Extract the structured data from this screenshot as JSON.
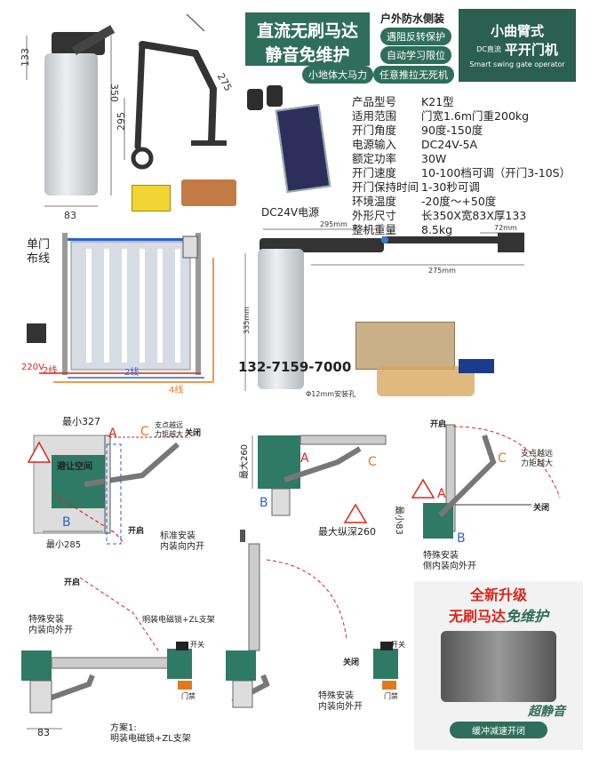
{
  "header": {
    "title_line1": "直流无刷马达",
    "title_line2": "静音免维护",
    "feature_outdoor": "户外防水侧装",
    "feature_reverse": "遇阻反转保护",
    "feature_learn": "自动学习限位",
    "feature_power": "小地体大马力",
    "feature_release": "任意推拉无死机",
    "brand_line1": "小曲臂式",
    "brand_line2": "平开门机",
    "brand_dc": "DC直流",
    "brand_en": "Smart swing gate operator"
  },
  "top_dims": {
    "motor_top": "133",
    "motor_height": "350",
    "motor_width": "83",
    "arm_long": "295",
    "arm_short": "275"
  },
  "specs": [
    {
      "key": "产品型号",
      "value": "K21型"
    },
    {
      "key": "适用范围",
      "value": "门宽1.6m门重200kg"
    },
    {
      "key": "开门角度",
      "value": "90度-150度"
    },
    {
      "key": "电源输入",
      "value": "DC24V-5A"
    },
    {
      "key": "额定功率",
      "value": "30W"
    },
    {
      "key": "开门速度",
      "value": "10-100档可调（开门3-10S）"
    },
    {
      "key": "开门保持时间",
      "value": "1-30秒可调"
    },
    {
      "key": "环境温度",
      "value": "-20度～+50度"
    },
    {
      "key": "外形尺寸",
      "value": "长350X宽83X厚133"
    },
    {
      "key": "整机重量",
      "value": "8.5kg"
    }
  ],
  "power_label": "DC24V电源",
  "wiring": {
    "title_line1": "单门",
    "title_line2": "布线",
    "voltage": "220V",
    "w1": "2线",
    "w2": "2线",
    "w3": "4线"
  },
  "detail_dims": {
    "d1": "295mm",
    "d2": "72mm",
    "d3": "275mm",
    "d4": "335mm",
    "hole": "Φ12mm安装孔"
  },
  "phone": "132-7159-7000",
  "install1": {
    "min327": "最小327",
    "A": "A",
    "B": "B",
    "C": "C",
    "c_note": "支点越远\n力矩越大",
    "close": "关闭",
    "avoid": "避让空间",
    "min285": "最小285",
    "open": "开启",
    "std_line1": "标准安装",
    "std_line2": "内装向内开"
  },
  "install2": {
    "max260": "最大260",
    "A": "A",
    "B": "B",
    "C": "C",
    "depth": "最大纵深260"
  },
  "install3": {
    "open": "开启",
    "A": "A",
    "B": "B",
    "C": "C",
    "c_note": "支点越远\n力矩越大",
    "close": "关闭",
    "min83": "最小83",
    "note_line1": "特殊安装",
    "note_line2": "侧内装向外开"
  },
  "install4": {
    "open": "开启",
    "lock": "明装电磁锁+ZL支架",
    "note_line1": "特殊安装",
    "note_line2": "内装向外开",
    "switch": "开关",
    "door_lock": "门禁",
    "dim83": "83",
    "plan_line1": "方案1:",
    "plan_line2": "明装电磁锁+ZL支架"
  },
  "install5": {
    "close": "关闭",
    "switch": "开关",
    "door_lock": "门禁",
    "note_line1": "特殊安装",
    "note_line2": "内装向外开"
  },
  "upgrade": {
    "line1": "全新升级",
    "line2a": "无刷马达",
    "line2b": "免维护",
    "quiet": "超静音",
    "buffer": "缓冲减速开闭"
  }
}
